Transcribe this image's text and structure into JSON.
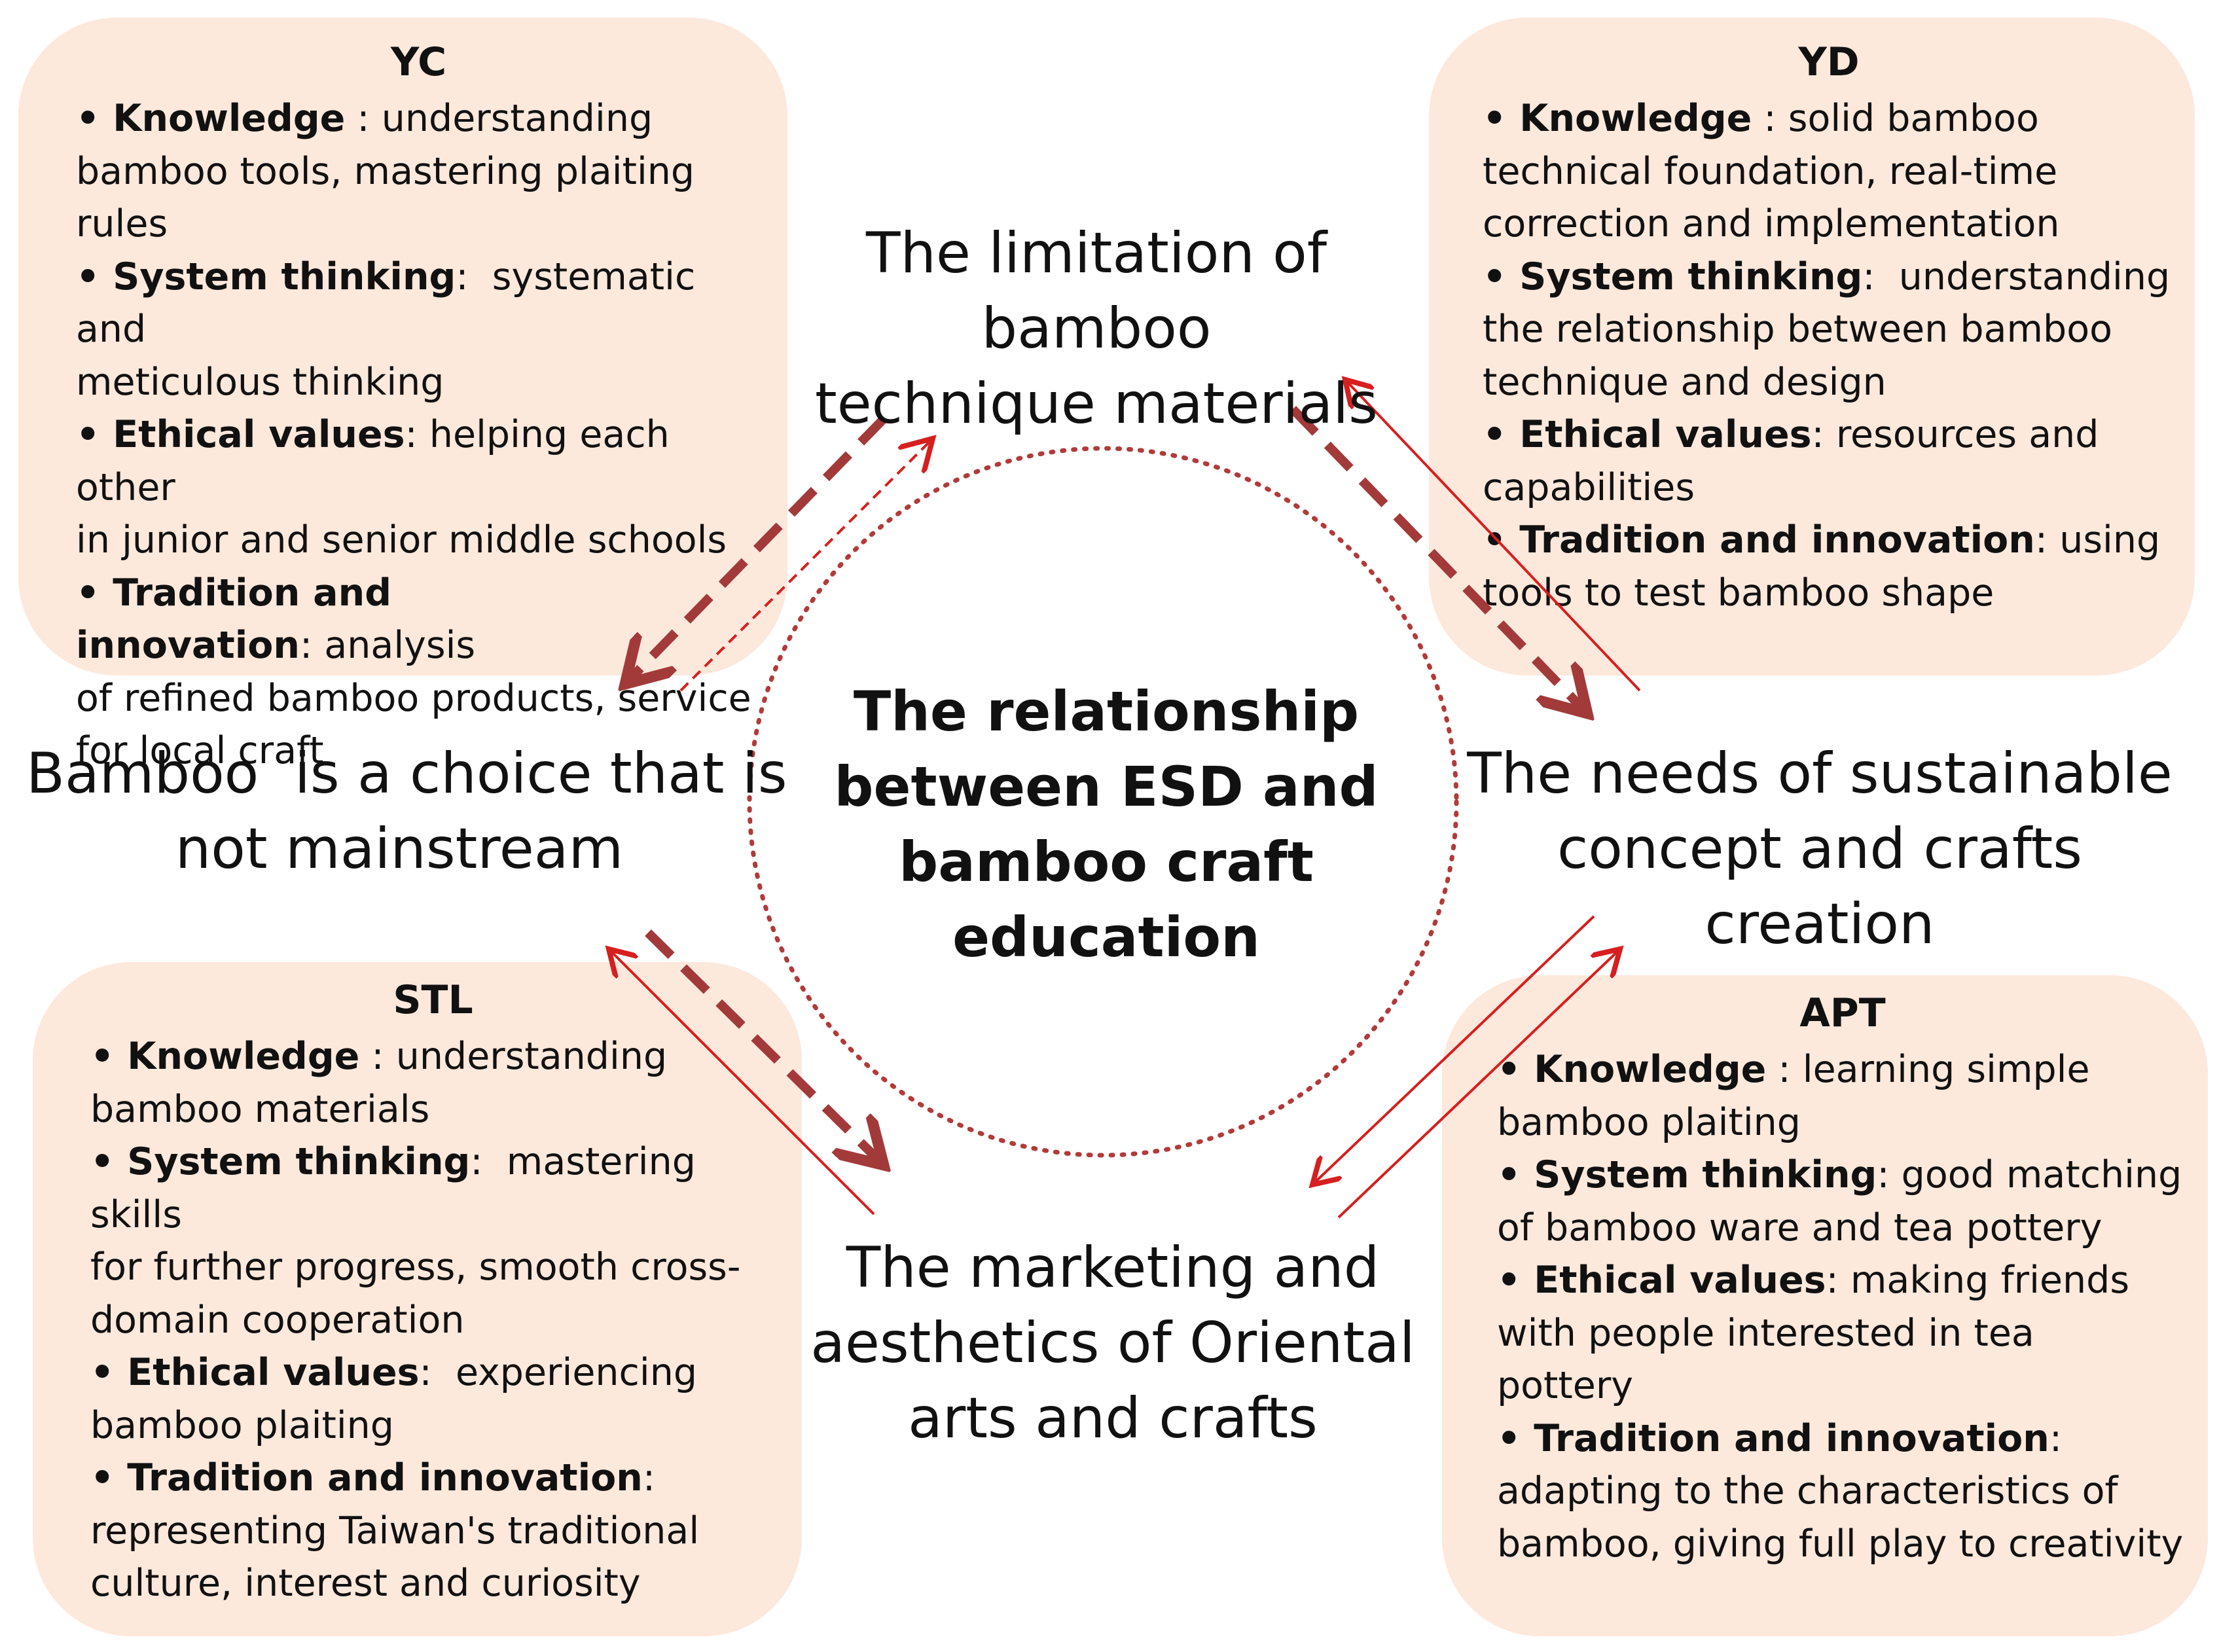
{
  "center_title": [
    "The relationship",
    "between ESD and",
    "bamboo craft education"
  ],
  "nodes": {
    "top": [
      "The limitation of bamboo",
      "technique materials"
    ],
    "left": [
      "Bamboo  is a choice that is",
      "not mainstream"
    ],
    "right": [
      "The needs of sustainable",
      "concept and crafts",
      "creation"
    ],
    "bottom": [
      "The marketing and",
      "aesthetics of Oriental",
      "arts and crafts"
    ]
  },
  "boxes": {
    "yc": {
      "title": "YC",
      "items": [
        {
          "term": "Knowledge",
          "sep": " : ",
          "lines": [
            "understanding",
            "bamboo tools, mastering plaiting",
            "rules"
          ]
        },
        {
          "term": "System thinking",
          "sep": ":  ",
          "lines": [
            "systematic and",
            "meticulous thinking"
          ]
        },
        {
          "term": "Ethical values",
          "sep": ": ",
          "lines": [
            "helping each other",
            "in junior and senior middle schools"
          ]
        },
        {
          "term": "Tradition and innovation",
          "sep": ": ",
          "lines": [
            "analysis",
            "of refined bamboo products, service",
            "for local craft"
          ]
        }
      ]
    },
    "yd": {
      "title": "YD",
      "items": [
        {
          "term": "Knowledge",
          "sep": " : ",
          "lines": [
            "solid bamboo",
            "technical foundation, real-time",
            "correction and implementation"
          ]
        },
        {
          "term": "System thinking",
          "sep": ":  ",
          "lines": [
            "understanding",
            "the relationship between bamboo",
            "technique and design"
          ]
        },
        {
          "term": "Ethical values",
          "sep": ": ",
          "lines": [
            "resources and",
            "capabilities"
          ]
        },
        {
          "term": "Tradition and innovation",
          "sep": ": ",
          "lines": [
            "using",
            "tools to test bamboo shape"
          ]
        }
      ]
    },
    "stl": {
      "title": "STL",
      "items": [
        {
          "term": "Knowledge",
          "sep": " : ",
          "lines": [
            "understanding",
            "bamboo materials"
          ]
        },
        {
          "term": "System thinking",
          "sep": ":  ",
          "lines": [
            "mastering skills",
            "for further progress, smooth cross-",
            "domain cooperation"
          ]
        },
        {
          "term": "Ethical values",
          "sep": ":  ",
          "lines": [
            "experiencing",
            "bamboo plaiting"
          ]
        },
        {
          "term": "Tradition and innovation",
          "sep": ":",
          "lines": [
            "",
            "representing Taiwan's traditional",
            "culture, interest and curiosity"
          ]
        }
      ]
    },
    "apt": {
      "title": "APT",
      "items": [
        {
          "term": "Knowledge",
          "sep": " : ",
          "lines": [
            "learning simple",
            "bamboo plaiting"
          ]
        },
        {
          "term": "System thinking",
          "sep": ": ",
          "lines": [
            "good matching",
            "of bamboo ware and tea pottery"
          ]
        },
        {
          "term": "Ethical values",
          "sep": ": ",
          "lines": [
            "making friends",
            "with people interested in tea",
            "pottery"
          ]
        },
        {
          "term": "Tradition and innovation",
          "sep": ":",
          "lines": [
            "",
            "adapting to the characteristics of",
            "bamboo, giving full play to creativity"
          ]
        }
      ]
    }
  },
  "colors": {
    "box_fill": "#fde8dc",
    "dashed_arrow": "#a33a3a",
    "solid_arrow": "#d61f1f",
    "circle": "#b23a3a"
  }
}
